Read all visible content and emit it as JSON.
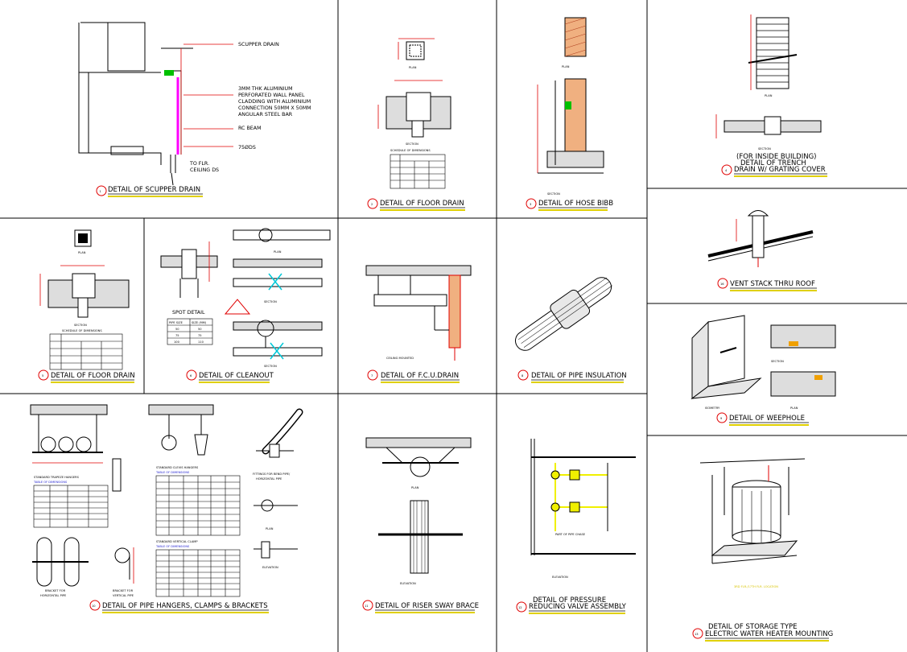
{
  "colors": {
    "line": "#000000",
    "dimension": "#e00000",
    "accent_magenta": "#ff00ff",
    "accent_green": "#00c000",
    "accent_cyan": "#00c8d8",
    "accent_yellow": "#f0f000",
    "table_header_blue": "#1f1fd0"
  },
  "details": [
    {
      "number": "1",
      "title": "DETAIL OF SCUPPER DRAIN"
    },
    {
      "number": "2",
      "title": "DETAIL OF FLOOR DRAIN"
    },
    {
      "number": "3",
      "title": "DETAIL OF HOSE BIBB"
    },
    {
      "number": "4",
      "title_lines": [
        "(FOR INSIDE BUILDING)",
        "DETAIL OF TRENCH",
        "DRAIN W/ GRATING COVER"
      ]
    },
    {
      "number": "5",
      "title": "DETAIL OF FLOOR DRAIN"
    },
    {
      "number": "6",
      "title": "DETAIL OF CLEANOUT"
    },
    {
      "number": "7",
      "title": "DETAIL OF F.C.U.DRAIN"
    },
    {
      "number": "8",
      "title": "DETAIL OF PIPE INSULATION"
    },
    {
      "number": "9",
      "title": "DETAIL OF WEEPHOLE"
    },
    {
      "number": "10",
      "title": "DETAIL OF PIPE HANGERS, CLAMPS & BRACKETS"
    },
    {
      "number": "11",
      "title": "DETAIL OF RISER SWAY BRACE"
    },
    {
      "number": "12",
      "title_lines": [
        "DETAIL OF PRESSURE",
        "REDUCING VALVE ASSEMBLY"
      ]
    },
    {
      "number": "13",
      "title_lines": [
        "DETAIL OF STORAGE TYPE",
        "ELECTRIC WATER HEATER MOUNTING"
      ]
    },
    {
      "number": "16",
      "title": "VENT STACK THRU ROOF"
    }
  ],
  "scupper": {
    "callouts": [
      "SCUPPER DRAIN",
      "3MM THK ALUMINIUM",
      "PERFORATED WALL PANEL",
      "CLADDING WITH ALUMINIUM",
      "CONNECTION 50MM X 50MM",
      "ANGULAR STEEL BAR",
      "RC BEAM",
      "75ØDS",
      "TO FLR.",
      "CEILING DS"
    ]
  },
  "views": {
    "plan": "PLAN",
    "section": "SECTION",
    "elevation": "ELEVATION",
    "isometry": "ISOMETRY",
    "spot_detail": "SPOT DETAIL",
    "part_of_pipe_chase": "PART OF PIPE CHASE",
    "ceiling_mounted": "CEILING MOUNTED",
    "schedule_of_dimensions": "SCHEDULE OF DIMENSIONS"
  },
  "hangers": {
    "trapeze_title": "STANDARD TRAPEZE HANGERS",
    "trapeze_sub": "TABLE OF DIMENSIONS",
    "clevis_title": "STANDARD CLEVIS HANGERS",
    "clevis_sub": "TABLE OF DIMENSIONS",
    "clamp_title": "STANDARD VERTICAL CLAMP",
    "clamp_sub": "TABLE OF DIMENSIONS",
    "bend_fittings": [
      "FITTINGS FOR BEND PIPE/",
      "HORIZONTAL PIPE"
    ],
    "bracket_horizontal": [
      "BRACKET FOR",
      "HORIZONTAL PIPE"
    ],
    "bracket_vertical": [
      "BRACKET FOR",
      "VERTICAL PIPE"
    ],
    "plan": "PLAN",
    "elevation": "ELEVATION"
  },
  "cleanout_table": {
    "headers": [
      "PIPE SIZE",
      "SIZE (MM)"
    ],
    "rows": [
      [
        "50",
        "50"
      ],
      [
        "75",
        "75"
      ],
      [
        "100",
        "110"
      ]
    ]
  },
  "water_heater_location": "3RD FLR./17TH FLR. LOCATION"
}
